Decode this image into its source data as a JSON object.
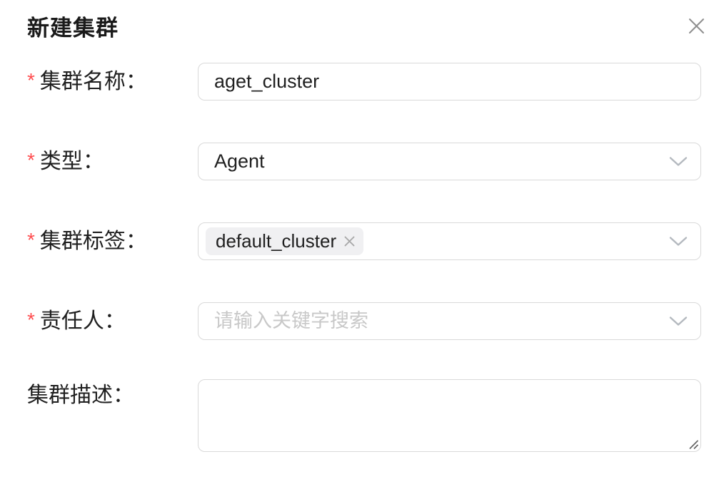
{
  "dialog": {
    "title": "新建集群"
  },
  "form": {
    "required_marker": "*",
    "fields": [
      {
        "label": "集群名称：",
        "required": true,
        "control": "text-input",
        "value": "aget_cluster"
      },
      {
        "label": "类型：",
        "required": true,
        "control": "select",
        "value": "Agent"
      },
      {
        "label": "集群标签：",
        "required": true,
        "control": "multi-select",
        "tags": [
          {
            "text": "default_cluster"
          }
        ]
      },
      {
        "label": "责任人：",
        "required": true,
        "control": "search-select",
        "placeholder": "请输入关键字搜索"
      },
      {
        "label": "集群描述：",
        "required": false,
        "control": "textarea",
        "value": ""
      }
    ]
  },
  "icons": {
    "close": "✕",
    "chevron_down": "⌄",
    "tag_remove": "✕",
    "resize_handle": "⟋⟋"
  },
  "colors": {
    "required_asterisk": "#ff4d4f",
    "text": "#1f1f1f",
    "title": "#1a1a1a",
    "border": "#d9d9d9",
    "placeholder": "#c8c8c8",
    "tag_background": "#f0f0f2",
    "close_icon": "#8f8f8f",
    "chevron_icon": "#b4b9bf",
    "tag_remove_icon": "#a8a8a8",
    "resize_grip": "#5f5f5f"
  }
}
